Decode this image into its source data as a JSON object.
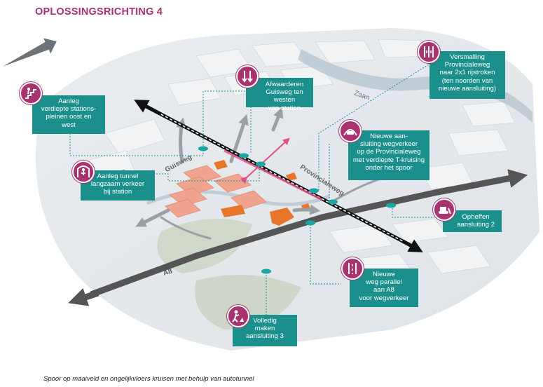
{
  "title": "OPLOSSINGSRICHTING 4",
  "caption": "Spoor op maaiveld en ongelijkvloers kruisen met behulp van autotunnel",
  "compass": "N",
  "map_labels": {
    "zaan": "Zaan",
    "guisweg": "Guisweg",
    "provincialeweg": "Provincialeweg",
    "a8_right": "A8",
    "a8_left": "A8"
  },
  "colors": {
    "title": "#a8336f",
    "callout_bg": "#1a8f8c",
    "icon_bg": "#a8336f",
    "dot": "#1aa6a3",
    "highlight_pink": "#e0508a",
    "road_dark": "#555555"
  },
  "callouts": [
    {
      "id": "stationspleinen",
      "icon": "stairs-down-person-icon",
      "lines": [
        "Aanleg",
        "verdiepte stations-",
        "pleinen oost en",
        "west"
      ]
    },
    {
      "id": "guisweg",
      "icon": "downward-arrows-icon",
      "lines": [
        "Afwaarderen",
        "Guisweg ten westen",
        "van station"
      ]
    },
    {
      "id": "versmalling",
      "icon": "lane-reduction-icon",
      "lines": [
        "Versmalling",
        "Provincialeweg",
        "naar 2x1 rijstroken",
        "(ten noorden van",
        "nieuwe aansluiting)"
      ]
    },
    {
      "id": "aansluiting",
      "icon": "car-tunnel-icon",
      "lines": [
        "Nieuwe aan-",
        "sluiting wegverkeer",
        "op de Provincialeweg",
        "met verdiepte T-kruising",
        "onder het spoor"
      ]
    },
    {
      "id": "tunnel",
      "icon": "pedestrian-tunnel-icon",
      "lines": [
        "Aanleg tunnel",
        "langzaam verkeer",
        "bij station"
      ]
    },
    {
      "id": "opheffen",
      "icon": "bulldozer-icon",
      "lines": [
        "Opheffen",
        "aansluiting 2"
      ]
    },
    {
      "id": "parallel",
      "icon": "parallel-road-icon",
      "lines": [
        "Nieuwe",
        "weg parallel",
        "aan A8",
        "voor wegverkeer"
      ]
    },
    {
      "id": "volledig",
      "icon": "roadworks-icon",
      "lines": [
        "Volledig",
        "maken",
        "aansluiting 3"
      ]
    }
  ]
}
